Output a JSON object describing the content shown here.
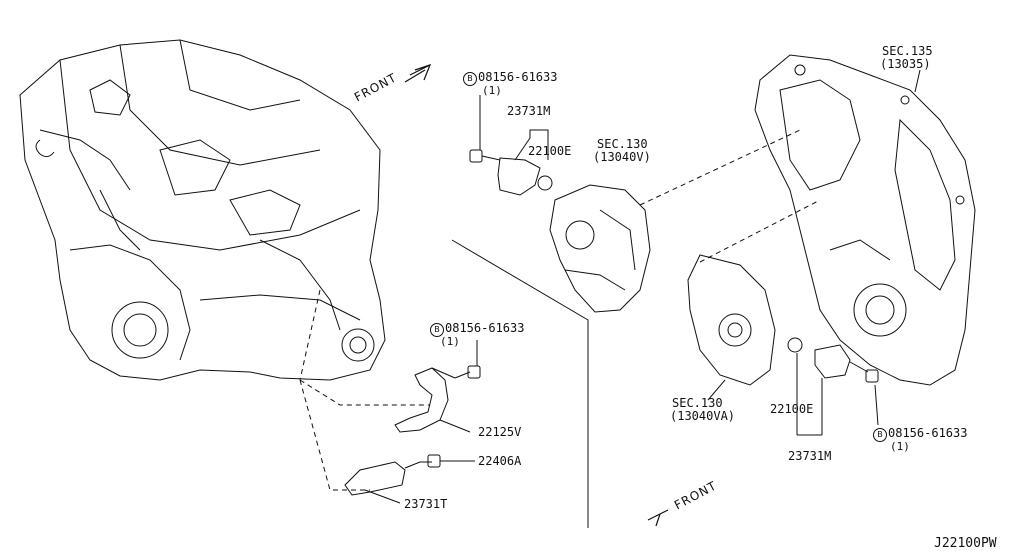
{
  "diagram": {
    "code": "J22100PW",
    "front_label": "FRONT",
    "bolt_symbol": "B",
    "labels": {
      "bolt_top": "08156-61633",
      "bolt_top_qty": "(1)",
      "sensor_top": "23731M",
      "oring_top": "22100E",
      "sec130_top": "SEC.130",
      "sec130_top_ref": "(13040V)",
      "sec135": "SEC.135",
      "sec135_ref": "(13035)",
      "bolt_mid": "08156-61633",
      "bolt_mid_qty": "(1)",
      "bracket": "22125V",
      "bolt_small": "22406A",
      "sensor_bottom": "23731T",
      "sec130_bottom": "SEC.130",
      "sec130_bottom_ref": "(13040VA)",
      "oring_right": "22100E",
      "sensor_right": "23731M",
      "bolt_right": "08156-61633",
      "bolt_right_qty": "(1)"
    }
  }
}
